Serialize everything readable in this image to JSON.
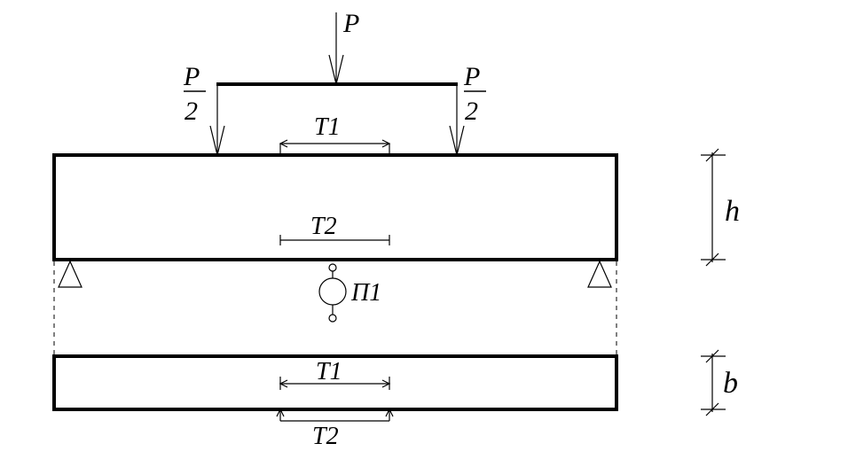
{
  "loads": {
    "main_force": "P",
    "split_num": "P",
    "split_den": "2"
  },
  "gauges": {
    "top_gauge_elevation": "T1",
    "bottom_gauge_elevation": "T2",
    "top_gauge_plan": "T1",
    "bottom_gauge_plan": "T2"
  },
  "deflectometer": {
    "label": "П1"
  },
  "dimensions": {
    "height": "h",
    "width": "b"
  }
}
